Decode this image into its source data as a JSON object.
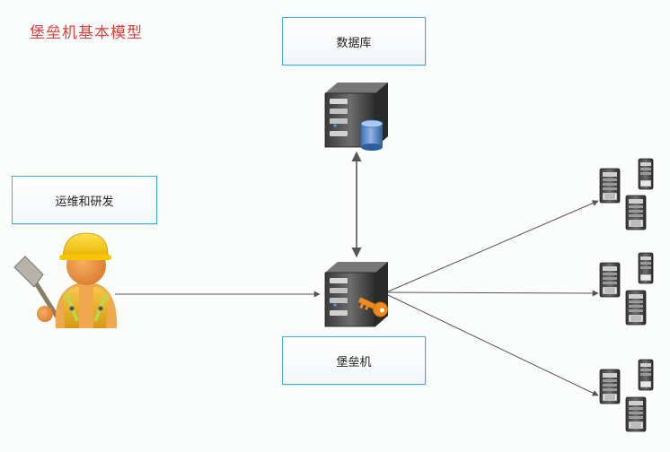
{
  "title": "堡垒机基本模型",
  "nodes": {
    "database": {
      "label": "数据库"
    },
    "operators": {
      "label": "运维和研发"
    },
    "bastion": {
      "label": "堡垒机"
    }
  },
  "colors": {
    "title": "#e0403a",
    "box_border": "#40b0d8",
    "connector": "#555555",
    "key": "#f08a1c",
    "helmet": "#f7c600"
  },
  "icons": {
    "user": "worker-with-shovel-icon",
    "database_server": "database-server-icon",
    "bastion_server": "bastion-server-key-icon",
    "target_server": "server-tower-icon"
  }
}
